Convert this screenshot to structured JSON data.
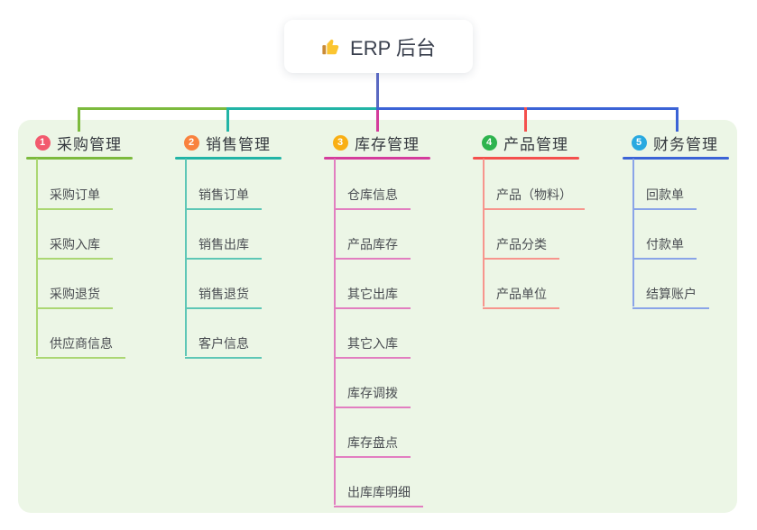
{
  "root": {
    "label": "ERP 后台",
    "icon": "thumbs-up-icon"
  },
  "connectors": {
    "root_line_color": "#5a69c2"
  },
  "branches": [
    {
      "badge": "1",
      "title": "采购管理",
      "line_color": "#7cba3d",
      "child_line_color": "#abd773",
      "badge_color": "#f25a6e",
      "children": [
        "采购订单",
        "采购入库",
        "采购退货",
        "供应商信息"
      ]
    },
    {
      "badge": "2",
      "title": "销售管理",
      "line_color": "#22b4a6",
      "child_line_color": "#5ec7b6",
      "badge_color": "#f9823e",
      "children": [
        "销售订单",
        "销售出库",
        "销售退货",
        "客户信息"
      ]
    },
    {
      "badge": "3",
      "title": "库存管理",
      "line_color": "#d43c9c",
      "child_line_color": "#e27ec0",
      "badge_color": "#f9af14",
      "children": [
        "仓库信息",
        "产品库存",
        "其它出库",
        "其它入库",
        "库存调拨",
        "库存盘点",
        "出库库明细"
      ]
    },
    {
      "badge": "4",
      "title": "产品管理",
      "line_color": "#f4504d",
      "child_line_color": "#f7958d",
      "badge_color": "#2eb44e",
      "children": [
        "产品（物料）",
        "产品分类",
        "产品单位"
      ]
    },
    {
      "badge": "5",
      "title": "财务管理",
      "line_color": "#3b63d6",
      "child_line_color": "#8aa4e8",
      "badge_color": "#29a9e0",
      "children": [
        "回款单",
        "付款单",
        "结算账户"
      ]
    }
  ],
  "panel_color": "#ecf6e6"
}
